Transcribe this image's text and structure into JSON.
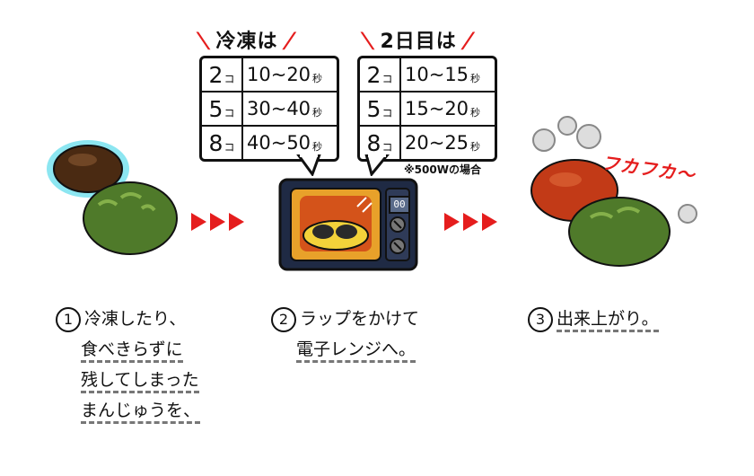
{
  "frozen": {
    "title": "冷凍は",
    "rows": [
      {
        "count": "2",
        "unit": "コ",
        "time": "10~20",
        "sec": "秒"
      },
      {
        "count": "5",
        "unit": "コ",
        "time": "30~40",
        "sec": "秒"
      },
      {
        "count": "8",
        "unit": "コ",
        "time": "40~50",
        "sec": "秒"
      }
    ]
  },
  "day2": {
    "title": "2日目は",
    "rows": [
      {
        "count": "2",
        "unit": "コ",
        "time": "10~15",
        "sec": "秒"
      },
      {
        "count": "5",
        "unit": "コ",
        "time": "15~20",
        "sec": "秒"
      },
      {
        "count": "8",
        "unit": "コ",
        "time": "20~25",
        "sec": "秒"
      }
    ],
    "note": "※500Wの場合"
  },
  "microwave": {
    "display": "00"
  },
  "sfx": "フカフカ～",
  "steps": {
    "s1": {
      "num": "1",
      "l1": "冷凍したり、",
      "l2": "食べきらずに",
      "l3": "残してしまった",
      "l4": "まんじゅうを、"
    },
    "s2": {
      "num": "2",
      "l1": "ラップをかけて",
      "l2": "電子レンジへ。"
    },
    "s3": {
      "num": "3",
      "l1": "出来上がり。"
    }
  },
  "colors": {
    "accent": "#e51d1d",
    "green_bun": "#4f7a2a",
    "brown_bun": "#4a2a12",
    "red_bun": "#c23a17",
    "microwave": "#1f2a44",
    "frost": "#7fe3f0"
  }
}
